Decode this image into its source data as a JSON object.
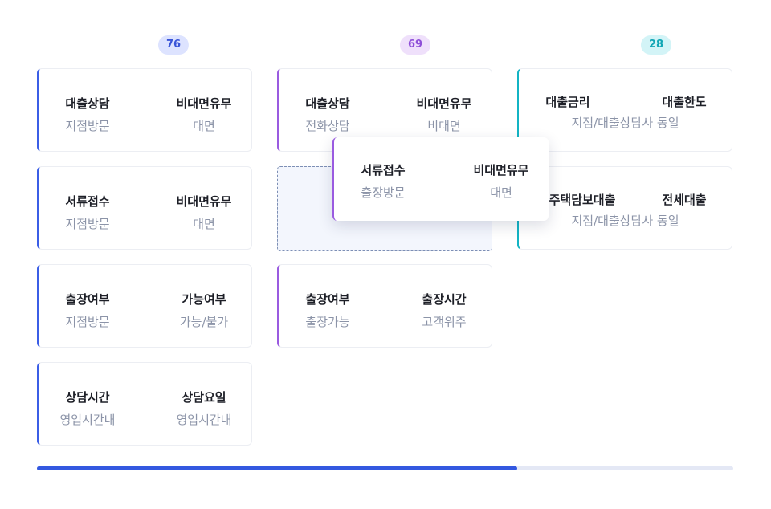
{
  "columns": [
    {
      "count": "76"
    },
    {
      "count": "69"
    },
    {
      "count": "28"
    }
  ],
  "cards": {
    "c1r1": {
      "left_title": "대출상담",
      "left_value": "지점방문",
      "right_title": "비대면유무",
      "right_value": "대면"
    },
    "c1r2": {
      "left_title": "서류접수",
      "left_value": "지점방문",
      "right_title": "비대면유무",
      "right_value": "대면"
    },
    "c1r3": {
      "left_title": "출장여부",
      "left_value": "지점방문",
      "right_title": "가능여부",
      "right_value": "가능/불가"
    },
    "c1r4": {
      "left_title": "상담시간",
      "left_value": "영업시간내",
      "right_title": "상담요일",
      "right_value": "영업시간내"
    },
    "c2r1": {
      "left_title": "대출상담",
      "left_value": "전화상담",
      "right_title": "비대면유무",
      "right_value": "비대면"
    },
    "c2r3": {
      "left_title": "출장여부",
      "left_value": "출장가능",
      "right_title": "출장시간",
      "right_value": "고객위주"
    },
    "c3r1": {
      "left_title": "대출금리",
      "right_title": "대출한도",
      "value": "지점/대출상담사 동일"
    },
    "c3r2": {
      "left_title": "주택담보대출",
      "right_title": "전세대출",
      "value": "지점/대출상담사 동일"
    }
  },
  "dragging_card": {
    "left_title": "서류접수",
    "left_value": "출장방문",
    "right_title": "비대면유무",
    "right_value": "대면"
  },
  "progress": {
    "value": 0.69
  },
  "colors": {
    "blue": "#3b5ee6",
    "purple": "#9a5be0",
    "teal": "#13b4c4",
    "progress": "#3358e0"
  }
}
